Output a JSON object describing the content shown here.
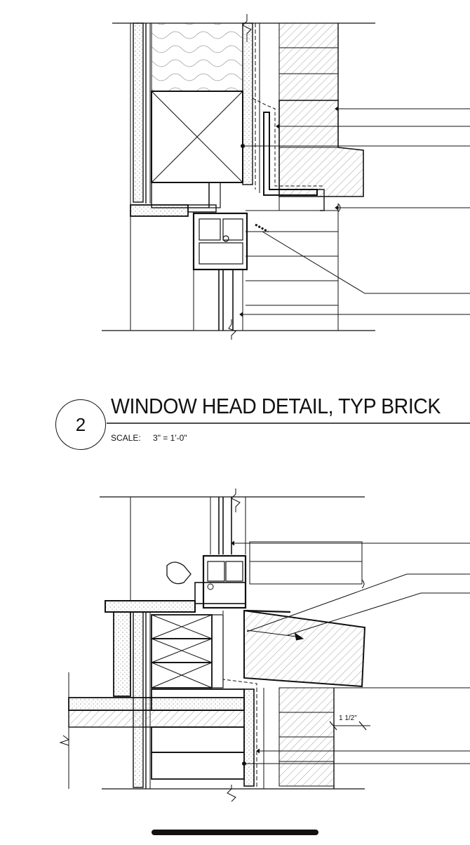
{
  "detail": {
    "number": "2",
    "title": "WINDOW HEAD DETAIL, TYP BRICK",
    "scale_label": "SCALE:",
    "scale_value": "3\" = 1'-0\""
  },
  "dimensions": {
    "brick_projection": "1 1/2\""
  },
  "colors": {
    "line": "#111111",
    "hatch": "#555555",
    "background": "#ffffff"
  }
}
